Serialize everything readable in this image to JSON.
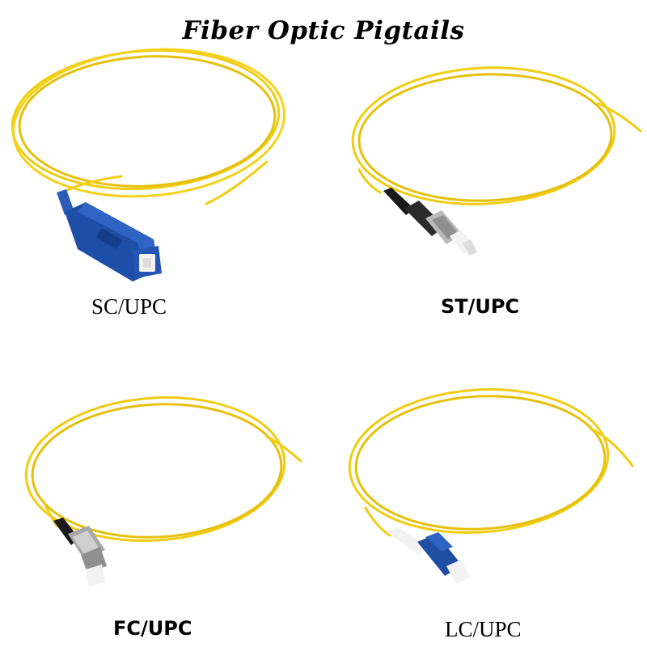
{
  "title": "Fiber Optic Pigtails",
  "colors": {
    "fiber": "#f0cc12",
    "fiber_shadow": "#c9a300",
    "sc_blue": "#1e4fa8",
    "lc_blue": "#1f4fa3",
    "metal": "#b9b9b9",
    "ferrule": "#f2f2f2",
    "boot_black": "#1a1a1a"
  },
  "products": [
    {
      "label": "SC/UPC",
      "connector": "sc-connector"
    },
    {
      "label": "ST/UPC",
      "connector": "st-connector"
    },
    {
      "label": "FC/UPC",
      "connector": "fc-connector"
    },
    {
      "label": "LC/UPC",
      "connector": "lc-connector"
    }
  ]
}
